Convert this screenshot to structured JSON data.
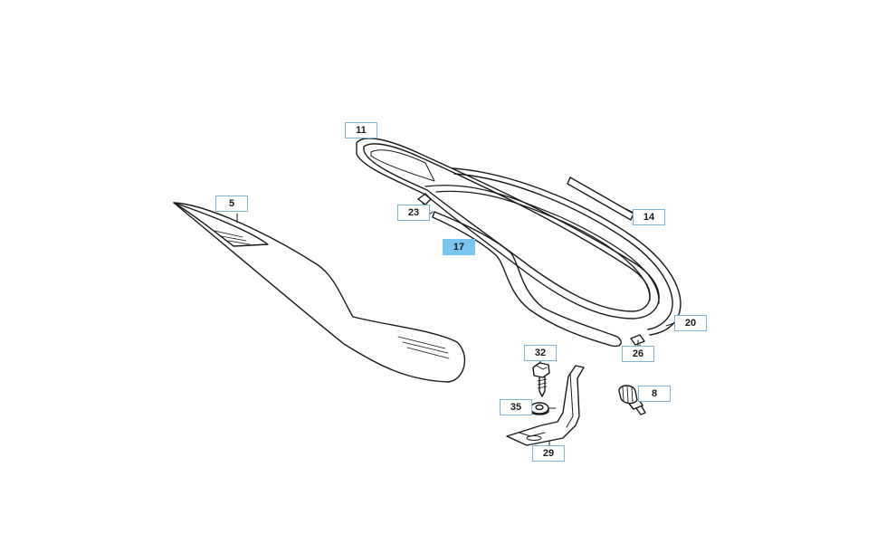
{
  "callouts": [
    {
      "id": "c11",
      "label": "11",
      "selected": false
    },
    {
      "id": "c5",
      "label": "5",
      "selected": false
    },
    {
      "id": "c23",
      "label": "23",
      "selected": false
    },
    {
      "id": "c17",
      "label": "17",
      "selected": true
    },
    {
      "id": "c14",
      "label": "14",
      "selected": false
    },
    {
      "id": "c20",
      "label": "20",
      "selected": false
    },
    {
      "id": "c26",
      "label": "26",
      "selected": false
    },
    {
      "id": "c32",
      "label": "32",
      "selected": false
    },
    {
      "id": "c35",
      "label": "35",
      "selected": false
    },
    {
      "id": "c8",
      "label": "8",
      "selected": false
    },
    {
      "id": "c29",
      "label": "29",
      "selected": false
    }
  ],
  "colors": {
    "selected": "#79c6f0",
    "callout_border": "#7fb3d5",
    "line": "#1a1a1a"
  }
}
